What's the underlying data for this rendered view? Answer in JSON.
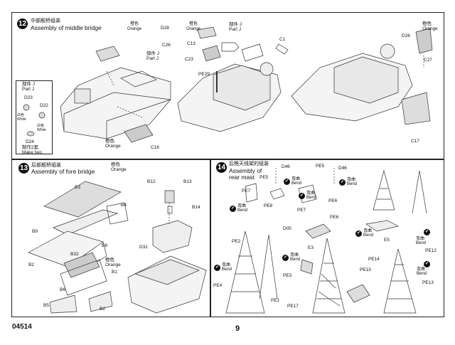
{
  "footer": {
    "code": "04514",
    "page": "9"
  },
  "step12": {
    "number": "12",
    "title_cn": "中部舰桥组装",
    "title_en": "Assembly of middle bridge",
    "inset": {
      "part_cn": "部件 J",
      "part_en": "Part J",
      "d23": "D23",
      "d22": "D22",
      "white_cn1": "白色",
      "white_en1": "White",
      "white_cn2": "白色",
      "white_en2": "White",
      "d24": "D24",
      "make_cn": "制作2套",
      "make_en": "Make two"
    },
    "labels": {
      "orange_cn1": "橙色",
      "orange_en1": "Orange",
      "d28a": "D28",
      "c26": "C26",
      "partj_cn1": "部件 J",
      "partj_en1": "Part J",
      "orange_cn2": "橙色",
      "orange_en2": "Orange",
      "c16": "C16",
      "orange_cn3": "橙色",
      "orange_en3": "Orange",
      "c13": "C13",
      "partj_cn2": "部件 J",
      "partj_en2": "Part J",
      "c23": "C23",
      "c1": "C1",
      "pe29": "PE29",
      "orange_cn4": "橙色",
      "orange_en4": "Orange",
      "d28b": "D28",
      "c27": "C27",
      "c17": "C17"
    }
  },
  "step13": {
    "number": "13",
    "title_cn": "后部舰桥组装",
    "title_en": "Assembly of fore bridge",
    "labels": {
      "orange_cn1": "橙色",
      "orange_en1": "Orange",
      "b3": "B3",
      "b4": "B4",
      "b9": "B9",
      "b8": "B8",
      "b2a": "B2",
      "b32": "B32",
      "orange_cn2": "橙色",
      "orange_en2": "Orange",
      "b1": "B1",
      "b6": "B6",
      "b5": "B5",
      "b2b": "B2",
      "b12": "B12",
      "b13": "B13",
      "b14": "B14",
      "d31": "D31"
    }
  },
  "step14": {
    "number": "14",
    "title_cn": "后桅天线架的组装",
    "title_en1": "Assembly of",
    "title_en2": "rear mast",
    "bend_cn": "弯曲",
    "bend_en": "Bend",
    "labels": {
      "d46a": "D46",
      "pe5a": "PE5",
      "d46b": "D46",
      "pe5b": "PE5",
      "pe7a": "PE7",
      "pe8": "PE8",
      "pe7b": "PE7",
      "pe6a": "PE6",
      "pe6b": "PE6",
      "d05": "D05",
      "e3": "E3",
      "pe2": "PE2",
      "pe3": "PE3",
      "pe4": "PE4",
      "pe1": "PE1",
      "pe17": "PE17",
      "e5": "E5",
      "pe12": "PE12",
      "pe14": "PE14",
      "pe15": "PE15",
      "pe13": "PE13"
    }
  }
}
